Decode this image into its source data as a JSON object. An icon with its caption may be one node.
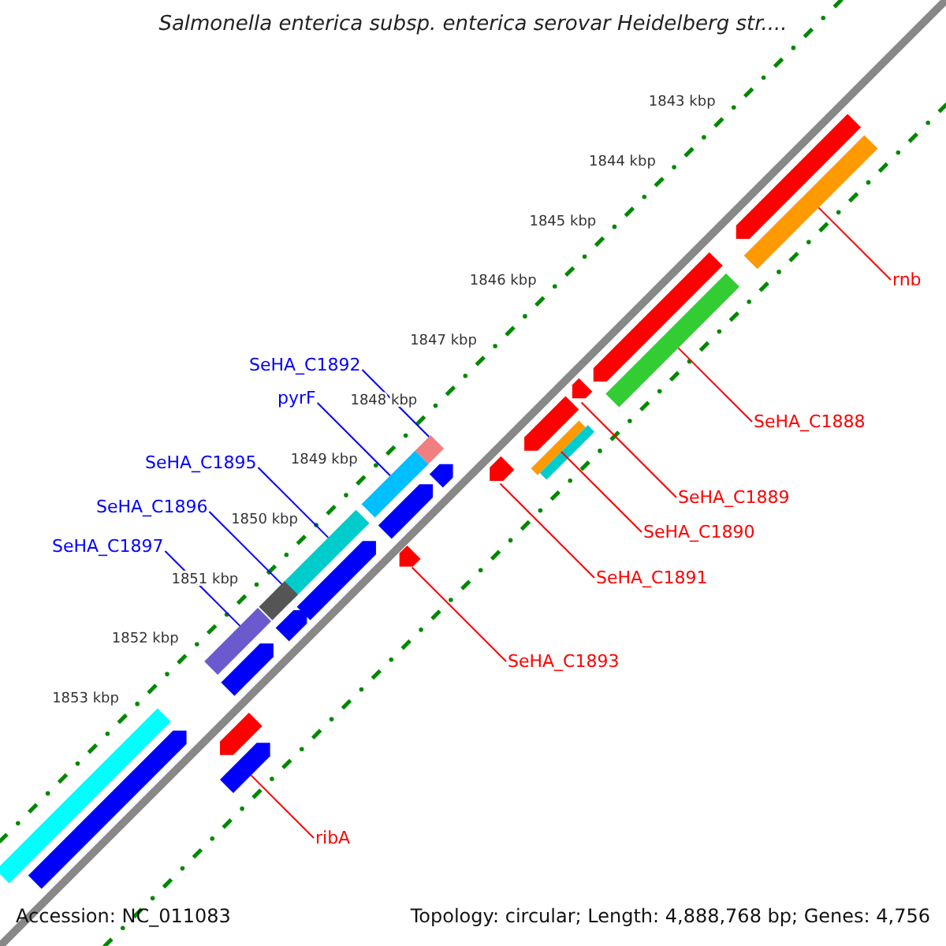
{
  "diagram": {
    "title": "Salmonella enterica subsp. enterica serovar Heidelberg str....",
    "nodes": [
      {
        "text": [
          "rnb"
        ]
      },
      {
        "text": [
          "SeHA_C1892"
        ]
      },
      {
        "text": [
          "pyrF"
        ]
      },
      {
        "text": [
          "SeHA_C1888"
        ]
      },
      {
        "text": [
          "SeHA_C1895"
        ]
      },
      {
        "text": [
          "SeHA_C1889"
        ]
      },
      {
        "text": [
          "SeHA_C1896"
        ]
      },
      {
        "text": [
          "SeHA_C1890"
        ]
      },
      {
        "text": [
          "SeHA_C1897"
        ]
      },
      {
        "text": [
          "SeHA_C1891"
        ]
      },
      {
        "text": [
          "SeHA_C1893"
        ]
      },
      {
        "text": [
          "ribA"
        ]
      },
      {
        "text": [],
        "shape": "bar"
      },
      {
        "text": [],
        "shape": "bar"
      },
      {
        "text": [],
        "shape": "arrow"
      },
      {
        "text": [],
        "shape": "bar"
      },
      {
        "text": [],
        "shape": "bar"
      },
      {
        "text": [],
        "shape": "arrow"
      },
      {
        "text": [],
        "shape": "bar"
      },
      {
        "text": [],
        "shape": "arrow"
      },
      {
        "text": [],
        "shape": "bar"
      },
      {
        "text": [],
        "shape": "bar"
      },
      {
        "text": [],
        "shape": "bar"
      },
      {
        "text": [],
        "shape": "arrow"
      },
      {
        "text": [],
        "shape": "arrow"
      },
      {
        "text": [],
        "shape": "arrow"
      },
      {
        "text": [],
        "shape": "arrow"
      },
      {
        "text": [],
        "shape": "arrow"
      },
      {
        "text": [],
        "shape": "bar"
      },
      {
        "text": [],
        "shape": "arrow"
      },
      {
        "text": [],
        "shape": "arrow"
      },
      {
        "text": [],
        "shape": "arrow"
      },
      {
        "text": [],
        "shape": "arrow"
      },
      {
        "text": [],
        "shape": "arrow"
      },
      {
        "text": [],
        "shape": "bar"
      },
      {
        "text": [],
        "shape": "arrow"
      }
    ],
    "edges": [
      {
        "from": 0,
        "to": 12,
        "arrow": "none"
      },
      {
        "from": 1,
        "to": 15,
        "arrow": "none",
        "color": "#0000ff"
      },
      {
        "from": 2,
        "to": 18,
        "arrow": "none",
        "color": "#0000ff"
      },
      {
        "from": 3,
        "to": 13,
        "arrow": "none"
      },
      {
        "from": 4,
        "to": 20,
        "arrow": "none",
        "color": "#0000ff"
      },
      {
        "from": 5,
        "to": 14,
        "arrow": "none"
      },
      {
        "from": 6,
        "to": 21,
        "arrow": "none",
        "color": "#0000ff"
      },
      {
        "from": 7,
        "to": 16,
        "arrow": "none"
      },
      {
        "from": 8,
        "to": 22,
        "arrow": "none",
        "color": "#0000ff"
      },
      {
        "from": 9,
        "to": 17,
        "arrow": "none"
      },
      {
        "from": 10,
        "to": 19,
        "arrow": "none"
      },
      {
        "from": 11,
        "to": 23,
        "arrow": "none"
      }
    ],
    "labels": [
      "1843 kbp",
      "1844 kbp",
      "1845 kbp",
      "1846 kbp",
      "1847 kbp",
      "1848 kbp",
      "1849 kbp",
      "1850 kbp",
      "1851 kbp",
      "1852 kbp",
      "1853 kbp",
      "Accession: NC_011083",
      "Topology: circular; Length: 4,888,768 bp; Genes: 4,756"
    ]
  }
}
